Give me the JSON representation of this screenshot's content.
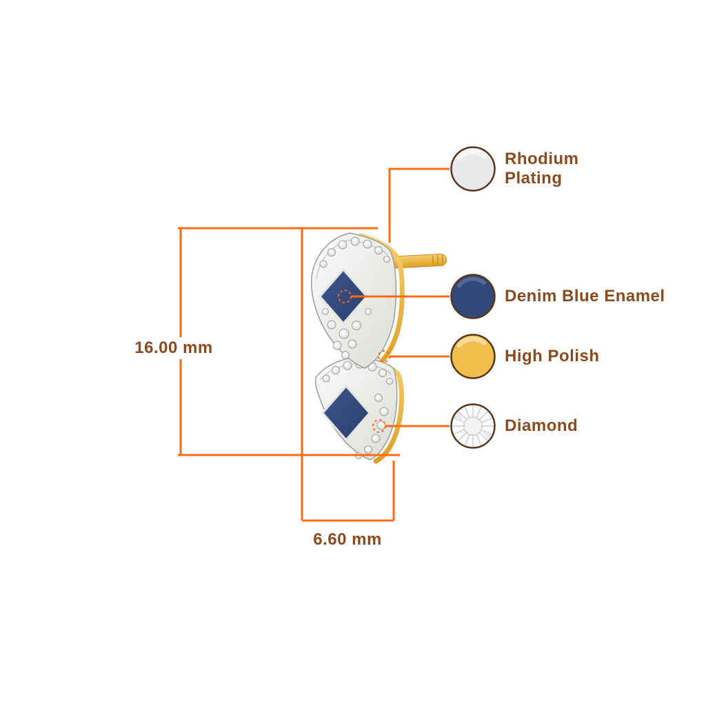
{
  "title": "Earring specification diagram",
  "dimensions": {
    "height_label": "16.00 mm",
    "width_label": "6.60 mm"
  },
  "callouts": [
    {
      "label": "Rhodium Plating"
    },
    {
      "label": "Denim Blue Enamel"
    },
    {
      "label": "High Polish"
    },
    {
      "label": "Diamond"
    }
  ],
  "colors": {
    "line_orange": "#FF6A13",
    "label_brown": "#8A4A1F",
    "swatch_ring": "#58351A",
    "rhodium": "#E9E9EC",
    "denim_blue_enamel": "#31487C",
    "high_polish_gold": "#F0BE4A",
    "diamond_white": "#FDFDFD"
  }
}
